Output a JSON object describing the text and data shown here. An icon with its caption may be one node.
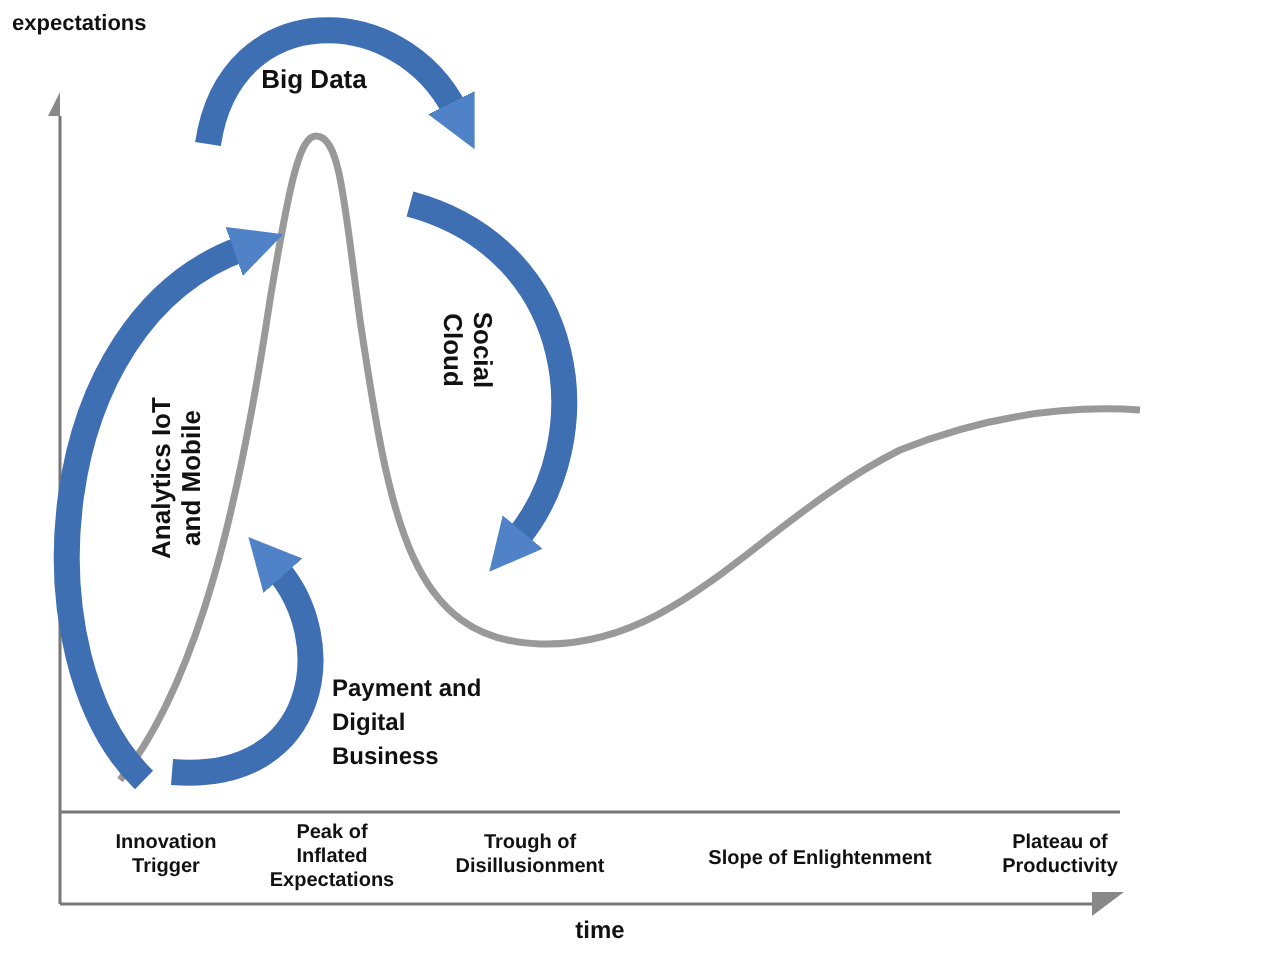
{
  "diagram": {
    "labels": [
      "expectations",
      "Big Data",
      "Social Cloud",
      "Analytics IoT and Mobile",
      "Payment and Digital Business",
      "Innovation Trigger",
      "Peak of Inflated Expectations",
      "Trough of Disillusionment",
      "Slope of Enlightenment",
      "Plateau of Productivity",
      "time"
    ]
  }
}
